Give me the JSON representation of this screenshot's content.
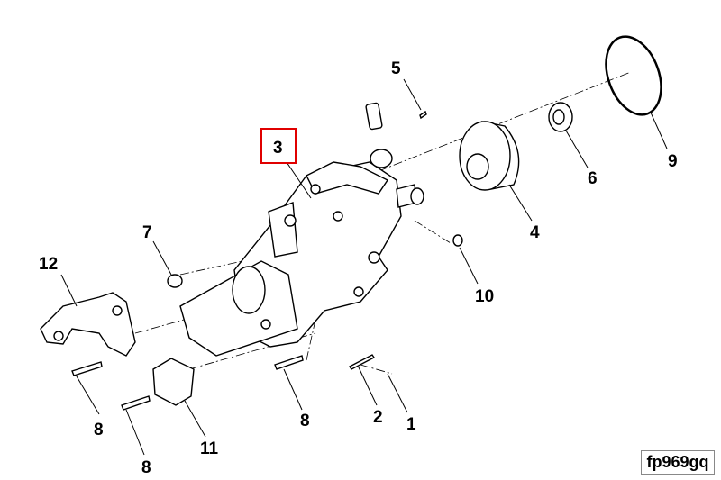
{
  "figure_id": "fp969gq",
  "highlighted_callout": "3",
  "highlight_color": "#e00000",
  "callouts": {
    "c1": "1",
    "c2": "2",
    "c3": "3",
    "c4": "4",
    "c5": "5",
    "c6": "6",
    "c7": "7",
    "c8a": "8",
    "c8b": "8",
    "c8c": "8",
    "c9": "9",
    "c10": "10",
    "c11": "11",
    "c12": "12"
  }
}
